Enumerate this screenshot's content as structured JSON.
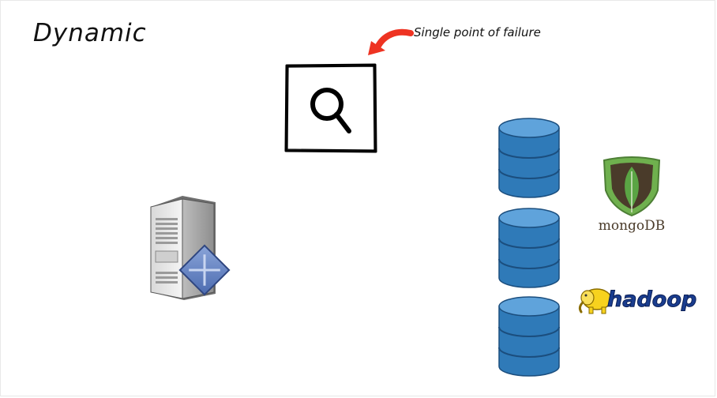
{
  "slide": {
    "title": "Dynamic",
    "annotation": "Single point of failure"
  },
  "components": {
    "search_icon": "search-icon",
    "server_icon": "server-icon",
    "database_icons": [
      "database-icon",
      "database-icon",
      "database-icon"
    ]
  },
  "logos": {
    "mongodb": "mongoDB",
    "hadoop": "hadoop"
  },
  "colors": {
    "arrow": "#ee3322",
    "database": "#2f7ab8",
    "mongo_green": "#5aa544",
    "hadoop_blue": "#1a3d8f",
    "hadoop_yellow": "#f7d21e"
  }
}
